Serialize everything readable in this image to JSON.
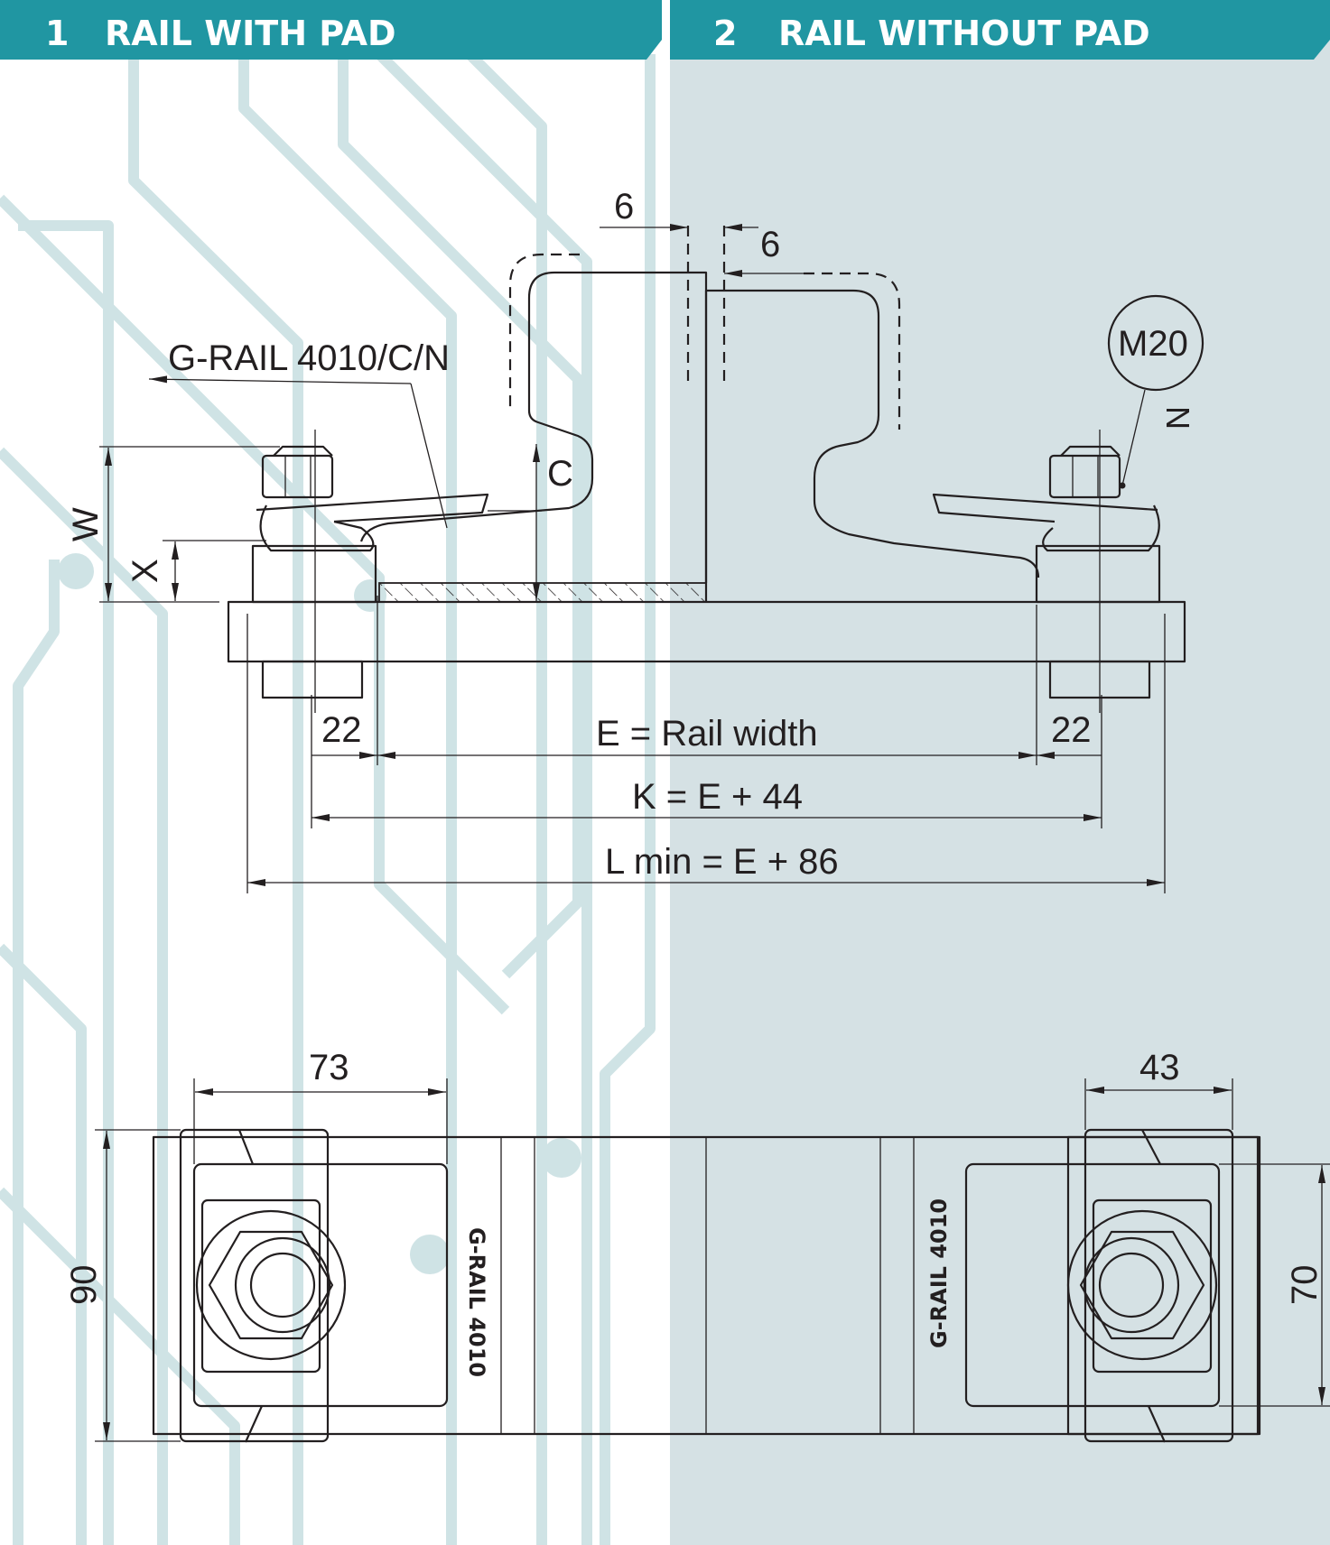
{
  "colors": {
    "header_teal": "#2096a2",
    "right_panel_bg": "#d5e1e4",
    "decoration": "#cfe3e5",
    "ink": "#231f20"
  },
  "header": {
    "left_number": "1",
    "left_title": "RAIL WITH PAD",
    "right_number": "2",
    "right_title": "RAIL WITHOUT PAD"
  },
  "side_view": {
    "callout_part": "G-RAIL 4010/C/N",
    "bolt_callout": "M20",
    "nut_marking": "N",
    "dim_top_left": "6",
    "dim_top_right": "6",
    "label_w": "W",
    "label_x": "X",
    "label_c": "C",
    "dim_left_22": "22",
    "dim_right_22": "22",
    "dim_e": "E = Rail width",
    "dim_k": "K = E + 44",
    "dim_l": "L min = E + 86"
  },
  "top_view": {
    "dim_left_width": "73",
    "dim_right_width": "43",
    "dim_left_height": "90",
    "dim_right_height": "70",
    "left_marking": "G-RAIL 4010",
    "right_marking": "G-RAIL 4010"
  }
}
